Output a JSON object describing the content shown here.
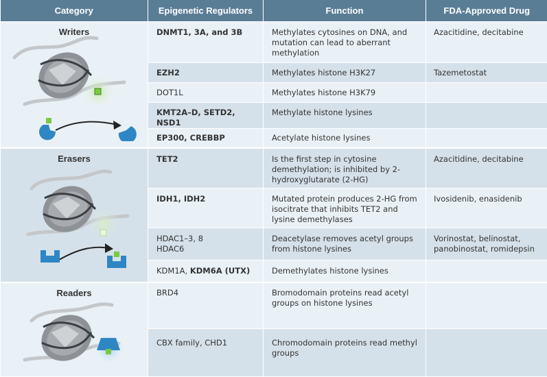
{
  "headers": {
    "category": "Category",
    "regulators": "Epigenetic Regulators",
    "function": "Function",
    "drug": "FDA-Approved Drug"
  },
  "groups": [
    {
      "category": "Writers",
      "rows": [
        {
          "regulator": "DNMT1, 3A, and 3B",
          "bold": true,
          "function": "Methylates cytosines on DNA, and mutation can lead to aberrant methylation",
          "drug": "Azacitidine, decitabine"
        },
        {
          "regulator": "EZH2",
          "bold": true,
          "function": "Methylates histone H3K27",
          "drug": "Tazemetostat"
        },
        {
          "regulator": "DOT1L",
          "bold": false,
          "function": "Methylates histone H3K79",
          "drug": ""
        },
        {
          "regulator": "KMT2A–D, SETD2, NSD1",
          "bold": true,
          "function": "Methylate histone lysines",
          "drug": ""
        },
        {
          "regulator": "EP300, CREBBP",
          "bold": true,
          "function": "Acetylate histone lysines",
          "drug": ""
        }
      ]
    },
    {
      "category": "Erasers",
      "rows": [
        {
          "regulator": "TET2",
          "bold": true,
          "function": "Is the first step in cytosine demethylation; is inhibited by 2-hydroxyglutarate (2-HG)",
          "drug": "Azacitidine, decitabine"
        },
        {
          "regulator": "IDH1, IDH2",
          "bold": true,
          "function": "Mutated protein produces 2-HG from isocitrate that inhibits TET2 and lysine demethylases",
          "drug": "Ivosidenib, enasidenib"
        },
        {
          "regulator_line1": "HDAC1–3, 8",
          "regulator_line2": "HDAC6",
          "bold": false,
          "function": "Deacetylase removes acetyl groups from histone lysines",
          "drug": "Vorinostat, belinostat, panobinostat, romidepsin"
        },
        {
          "regulator_plain": "KDM1A, ",
          "regulator_bold": "KDM6A (UTX)",
          "function": "Demethylates histone lysines",
          "drug": ""
        }
      ]
    },
    {
      "category": "Readers",
      "rows": [
        {
          "regulator": "BRD4",
          "bold": false,
          "function": "Bromodomain proteins read acetyl groups on histone lysines",
          "drug": ""
        },
        {
          "regulator": "CBX family, CHD1",
          "bold": false,
          "function": "Chromodomain proteins read methyl groups",
          "drug": ""
        }
      ]
    }
  ],
  "colors": {
    "header": "#5a7d96",
    "band_light": "#eaf1f6",
    "band_dark": "#d5e1ea",
    "protein": "#2f86c4",
    "mark": "#7ac943"
  },
  "icons": [
    "nucleosome-icon",
    "arrow-icon",
    "protein-icon",
    "methyl-mark-icon"
  ]
}
